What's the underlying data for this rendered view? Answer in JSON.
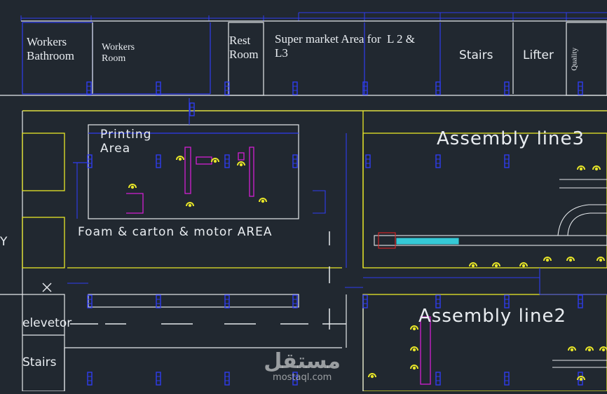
{
  "labels": {
    "workers_bathroom": "Workers\nBathroom",
    "workers_room": "Workers\nRoom",
    "rest_room": "Rest\nRoom",
    "supermarket": "Super market Area for  L 2 &\nL3",
    "stairs_top": "Stairs",
    "lifter": "Lifter",
    "quality": "Quality",
    "printing_area": "Printing\nArea",
    "foam_area": "Foam & carton & motor AREA",
    "assembly_line3": "Assembly line3",
    "assembly_line2": "Assembly line2",
    "elevator": "elevetor",
    "stairs_bottom": "Stairs",
    "edge_letter": "Y"
  },
  "watermark": {
    "arabic": "مستقل",
    "latin": "mostaql.com"
  },
  "colors": {
    "background": "#212830",
    "wall_white": "#e6e9ec",
    "wall_blue": "#2f3cf0",
    "yellow": "#e8e628",
    "magenta": "#d21fd2",
    "cyan": "#35c9d6",
    "red": "#e02525"
  }
}
